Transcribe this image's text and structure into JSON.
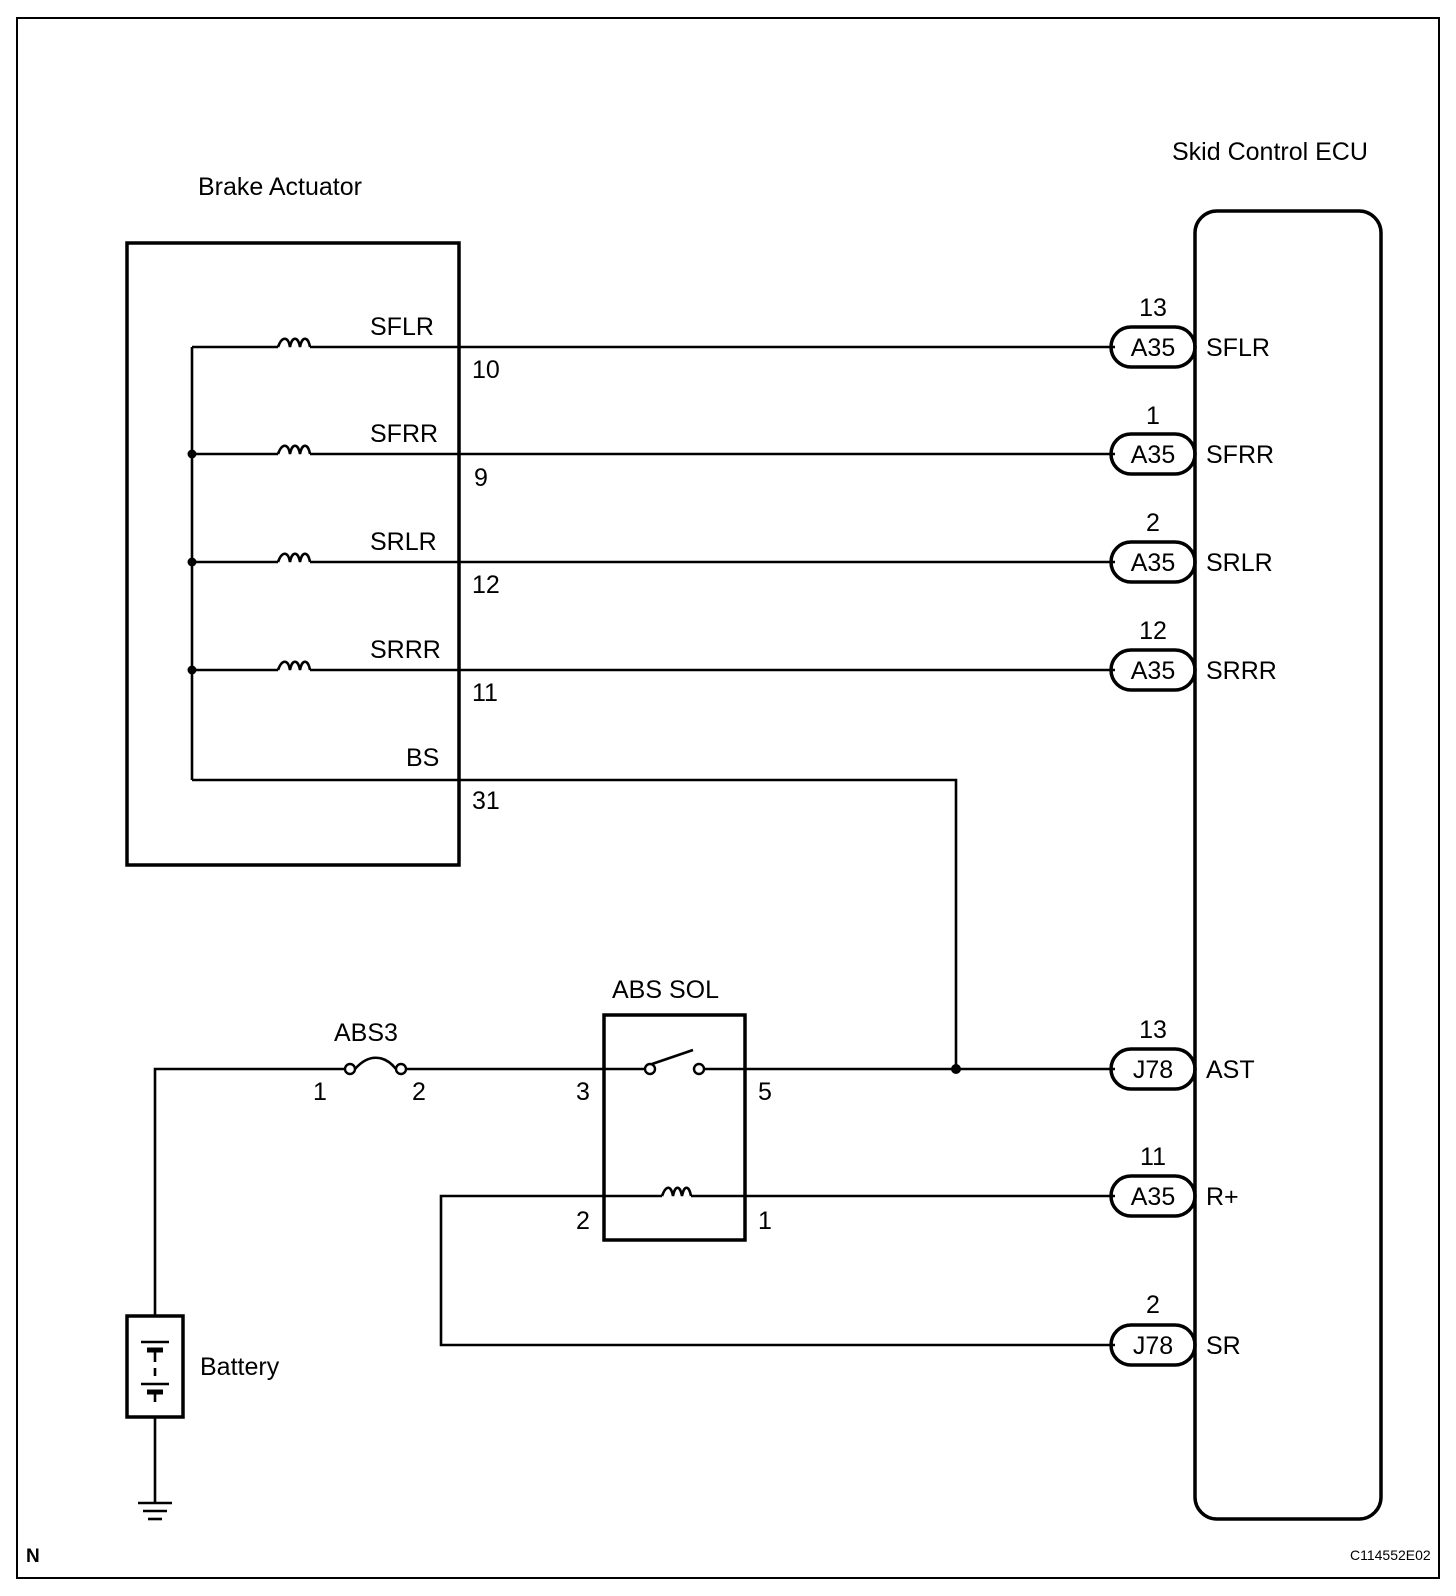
{
  "components": {
    "brake_actuator": "Brake Actuator",
    "skid_ecu": "Skid Control ECU",
    "abs_sol": "ABS SOL",
    "fuse": "ABS3",
    "battery": "Battery"
  },
  "actuator_signals": [
    {
      "name": "SFLR",
      "pin": "10"
    },
    {
      "name": "SFRR",
      "pin": "9"
    },
    {
      "name": "SRLR",
      "pin": "12"
    },
    {
      "name": "SRRR",
      "pin": "11"
    },
    {
      "name": "BS",
      "pin": "31"
    }
  ],
  "ecu_terminals": [
    {
      "pin": "13",
      "connector": "A35",
      "name": "SFLR"
    },
    {
      "pin": "1",
      "connector": "A35",
      "name": "SFRR"
    },
    {
      "pin": "2",
      "connector": "A35",
      "name": "SRLR"
    },
    {
      "pin": "12",
      "connector": "A35",
      "name": "SRRR"
    },
    {
      "pin": "13",
      "connector": "J78",
      "name": "AST"
    },
    {
      "pin": "11",
      "connector": "A35",
      "name": "R+"
    },
    {
      "pin": "2",
      "connector": "J78",
      "name": "SR"
    }
  ],
  "fuse_pins": [
    "1",
    "2"
  ],
  "relay_pins": {
    "switch_in": "3",
    "switch_out": "5",
    "coil_left": "2",
    "coil_right": "1"
  },
  "corner_left": "N",
  "figure_code": "C114552E02"
}
